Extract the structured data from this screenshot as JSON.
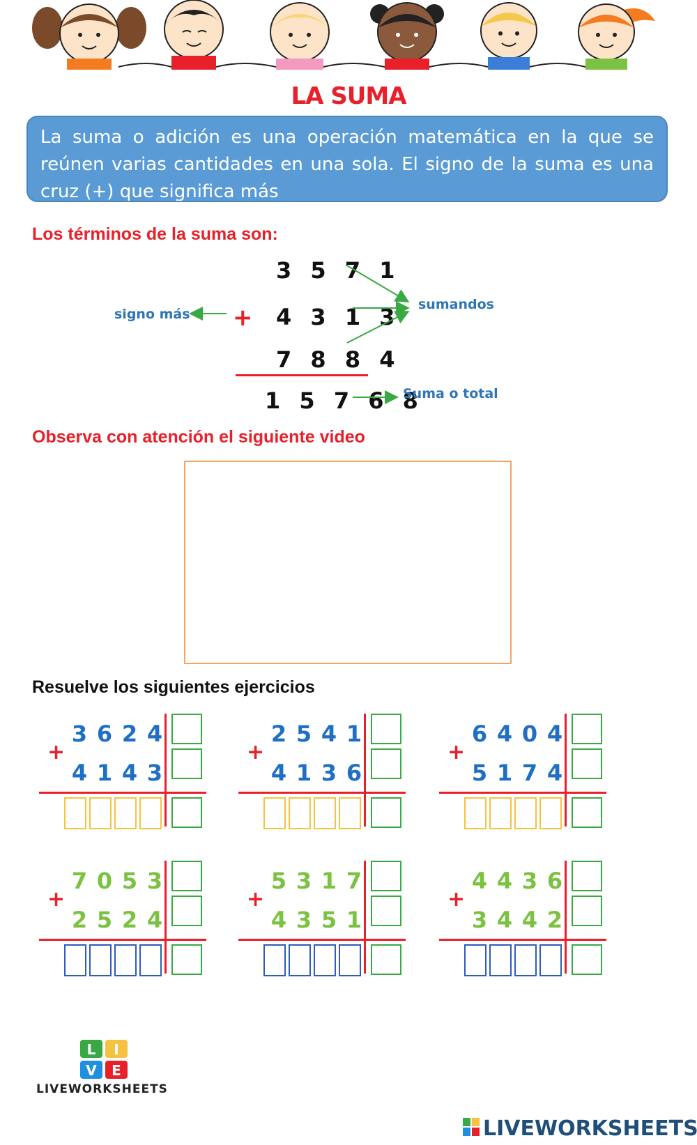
{
  "header": {
    "title": "LA SUMA"
  },
  "intro": {
    "text": "La suma o adición es una operación matemática en la que se reúnen varias cantidades en una sola. El signo de la suma es una cruz (+) que significa más"
  },
  "terms_section": {
    "heading": "Los términos de la suma son:",
    "addends": [
      "3 5 7 1",
      "4 3 1 3",
      "7 8 8 4"
    ],
    "total": "1 5 7 6 8",
    "sign": "+",
    "label_sign": "signo más",
    "label_addends": "sumandos",
    "label_total": "Suma o total"
  },
  "video_section": {
    "heading": "Observa con atención el siguiente video"
  },
  "exercises_section": {
    "heading": "Resuelve los siguientes ejercicios",
    "exercises": [
      {
        "top": [
          "3",
          "6",
          "2",
          "4"
        ],
        "bottom": [
          "4",
          "1",
          "4",
          "3"
        ],
        "digit_color": "#1f6fc4",
        "answer_box_color": "#f5c242"
      },
      {
        "top": [
          "2",
          "5",
          "4",
          "1"
        ],
        "bottom": [
          "4",
          "1",
          "3",
          "6"
        ],
        "digit_color": "#1f6fc4",
        "answer_box_color": "#f5c242"
      },
      {
        "top": [
          "6",
          "4",
          "0",
          "4"
        ],
        "bottom": [
          "5",
          "1",
          "7",
          "4"
        ],
        "digit_color": "#1f6fc4",
        "answer_box_color": "#f5c242"
      },
      {
        "top": [
          "7",
          "0",
          "5",
          "3"
        ],
        "bottom": [
          "2",
          "5",
          "2",
          "4"
        ],
        "digit_color": "#7cc242",
        "answer_box_color": "#2e5cb8"
      },
      {
        "top": [
          "5",
          "3",
          "1",
          "7"
        ],
        "bottom": [
          "4",
          "3",
          "5",
          "1"
        ],
        "digit_color": "#7cc242",
        "answer_box_color": "#2e5cb8"
      },
      {
        "top": [
          "4",
          "4",
          "3",
          "6"
        ],
        "bottom": [
          "3",
          "4",
          "4",
          "2"
        ],
        "digit_color": "#7cc242",
        "answer_box_color": "#2e5cb8"
      }
    ],
    "plus_sign": "+"
  },
  "branding": {
    "logo_letters": [
      "L",
      "I",
      "V",
      "E"
    ],
    "logo_text": "LIVEWORKSHEETS",
    "footer_text": "LIVEWORKSHEETS"
  },
  "colors": {
    "accent_red": "#e8202a",
    "intro_blue": "#5b9bd5",
    "label_blue": "#2e75b6",
    "arrow_green": "#3aa845",
    "video_border": "#f4a460"
  }
}
